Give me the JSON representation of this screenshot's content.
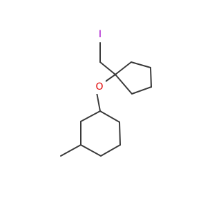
{
  "molecule": {
    "atoms": [
      {
        "id": "I",
        "label": "I",
        "color": "#a100c8"
      },
      {
        "id": "O",
        "label": "O",
        "color": "#e00000"
      }
    ],
    "bond_color": "#3a3a3a"
  }
}
